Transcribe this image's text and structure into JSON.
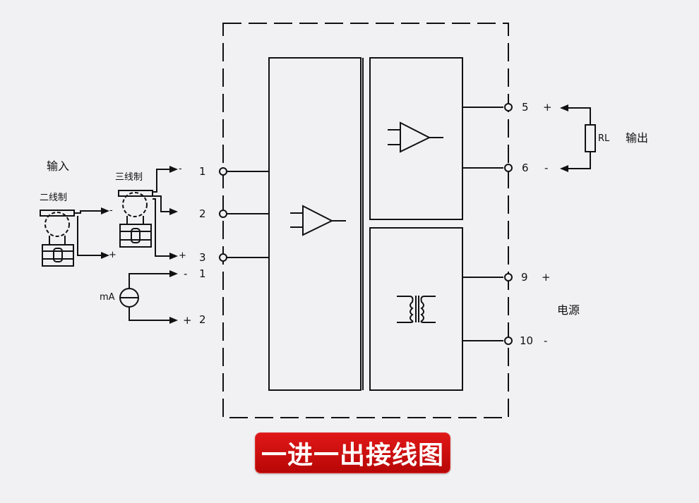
{
  "labels": {
    "input": "输入",
    "two_wire": "二线制",
    "three_wire": "三线制",
    "output": "输出",
    "power": "电源",
    "resistor": "RL",
    "ma": "mA"
  },
  "terminals": {
    "t1": "1",
    "t2": "2",
    "t3": "3",
    "t5": "5",
    "t6": "6",
    "t9": "9",
    "t10": "10",
    "ma_t1": "1",
    "ma_t2": "2"
  },
  "signs": {
    "plus": "+",
    "minus": "-"
  },
  "title": "一进一出接线图",
  "colors": {
    "title_bg": "#c80a0a",
    "line": "#111111"
  }
}
